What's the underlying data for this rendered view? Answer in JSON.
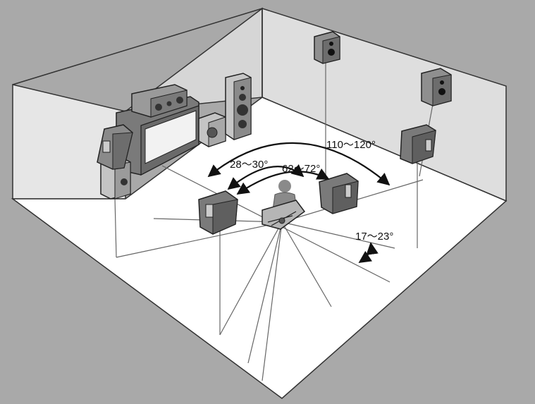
{
  "colors": {
    "background": "#a9a9a9",
    "floor": "#ffffff",
    "left_wall": "#e6e6e6",
    "back_wall": "#d6d6d6",
    "right_wall": "#dedede",
    "speaker_dark": "#6d6d6d",
    "speaker_mid": "#8a8a8a",
    "speaker_light": "#bdbdbd",
    "listener": "#909090",
    "line": "#666666"
  },
  "angles": {
    "front": "28～30°",
    "side": "62～72°",
    "rear": "110～120°",
    "height": "17～23°"
  },
  "icons": {
    "arrow": "double-headed-arc-arrow"
  }
}
